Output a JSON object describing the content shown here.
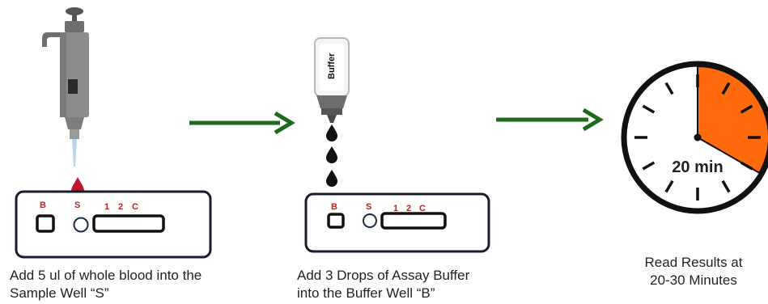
{
  "steps": [
    {
      "caption_line1": "Add 5 ul  of  whole blood into the",
      "caption_line2": "Sample Well “S”",
      "cassette": {
        "label_b": "B",
        "label_s": "S",
        "label_1": "1",
        "label_2": "2",
        "label_c": "C"
      }
    },
    {
      "bottle_label": "Buffer",
      "caption_line1": "Add 3  Drops of Assay Buffer",
      "caption_line2": "into the Buffer Well “B”",
      "cassette": {
        "label_b": "B",
        "label_s": "S",
        "label_1": "1",
        "label_2": "2",
        "label_c": "C"
      }
    },
    {
      "timer_label": "20 min",
      "timer_fraction": 0.333,
      "caption_line1": "Read Results at",
      "caption_line2": "20-30 Minutes"
    }
  ],
  "colors": {
    "arrow": "#1e6b1e",
    "blood": "#c0182a",
    "timer_fill": "#ff6a0d",
    "label_red": "#b3261e"
  },
  "icons": [
    "pipette-icon",
    "buffer-bottle-icon",
    "drop-icon",
    "stopwatch-icon",
    "arrow-right-icon"
  ]
}
